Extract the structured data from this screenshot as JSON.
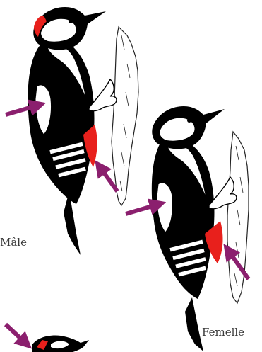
{
  "labels": {
    "male": "Mâle",
    "female": "Femelle"
  },
  "colors": {
    "plumage_black": "#000000",
    "plumage_white": "#ffffff",
    "red_patch": "#e8201c",
    "arrow": "#8b1f6e",
    "bark_outline": "#222222"
  },
  "icons": [
    "woodpecker-male",
    "woodpecker-female",
    "woodpecker-partial",
    "tree-bark",
    "pointer-arrow"
  ]
}
